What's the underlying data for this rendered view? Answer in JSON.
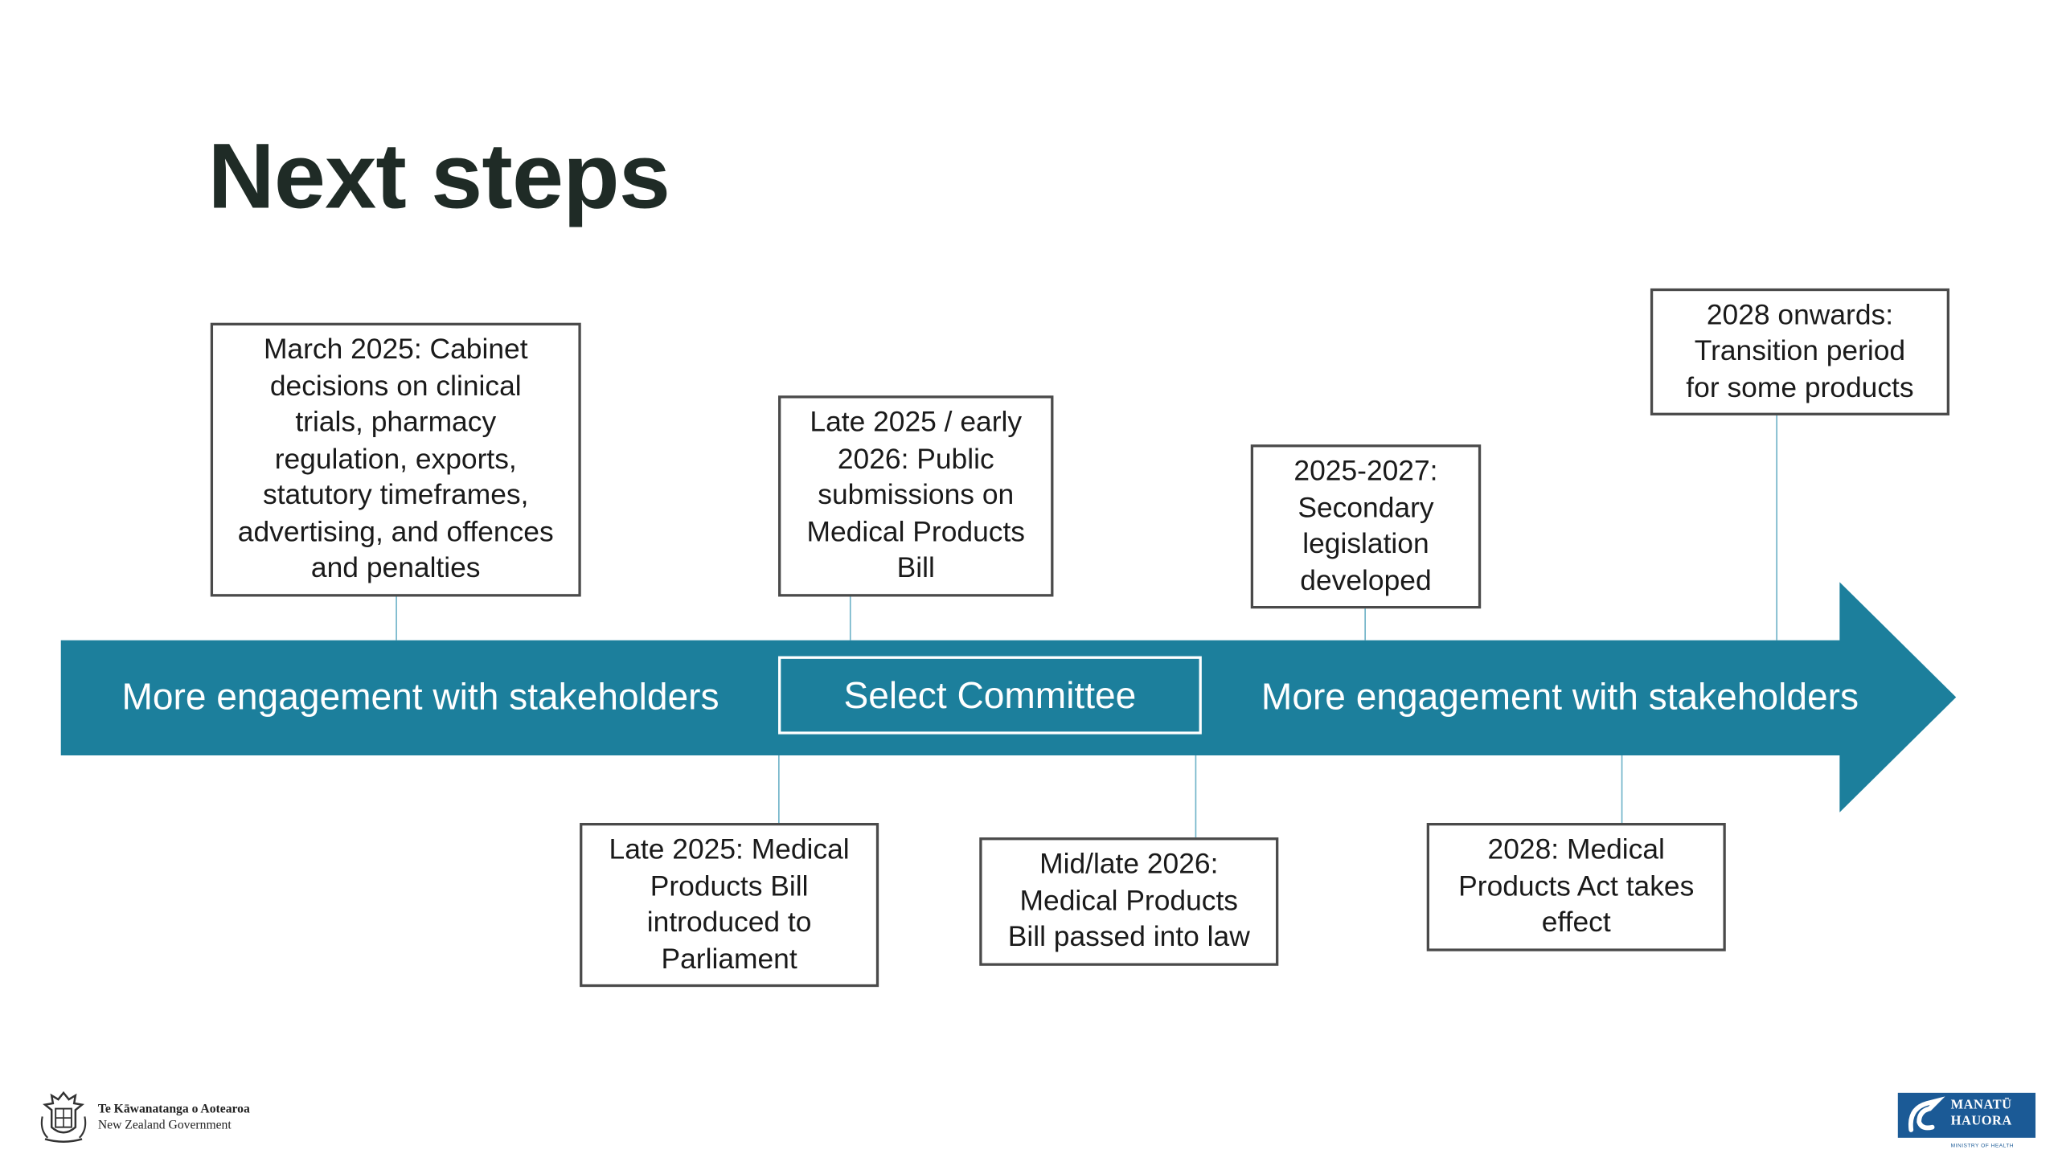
{
  "title": "Next steps",
  "colors": {
    "band": "#1c7f9c",
    "connector": "#6fb3c8",
    "title_text": "#1f2b26",
    "box_border": "#4a4a4a",
    "logo_blue": "#1b5a96"
  },
  "band": {
    "left_label": "More engagement with stakeholders",
    "middle_label": "Select Committee",
    "right_label": "More engagement with stakeholders"
  },
  "milestones_above": [
    {
      "lines": [
        "March 2025: Cabinet",
        "decisions on clinical",
        "trials, pharmacy",
        "regulation, exports,",
        "statutory timeframes,",
        "advertising, and offences",
        "and penalties"
      ]
    },
    {
      "lines": [
        "Late 2025 / early",
        "2026: Public",
        "submissions on",
        "Medical Products",
        "Bill"
      ]
    },
    {
      "lines": [
        "2025-2027:",
        "Secondary",
        "legislation",
        "developed"
      ]
    },
    {
      "lines": [
        "2028 onwards:",
        "Transition period",
        "for some products"
      ]
    }
  ],
  "milestones_below": [
    {
      "lines": [
        "Late 2025: Medical",
        "Products Bill",
        "introduced to",
        "Parliament"
      ]
    },
    {
      "lines": [
        "Mid/late 2026:",
        "Medical Products",
        "Bill passed into law"
      ]
    },
    {
      "lines": [
        "2028: Medical",
        "Products Act takes",
        "effect"
      ]
    }
  ],
  "footer": {
    "gov_logo_line1": "Te Kāwanatanga o Aotearoa",
    "gov_logo_line2": "New Zealand Government",
    "ministry_logo_line1": "MANATŪ",
    "ministry_logo_line2": "HAUORA",
    "ministry_logo_sub": "MINISTRY OF HEALTH",
    "crest_icon": "nz-coat-of-arms-icon",
    "ministry_icon": "manatu-hauora-koru-icon"
  }
}
